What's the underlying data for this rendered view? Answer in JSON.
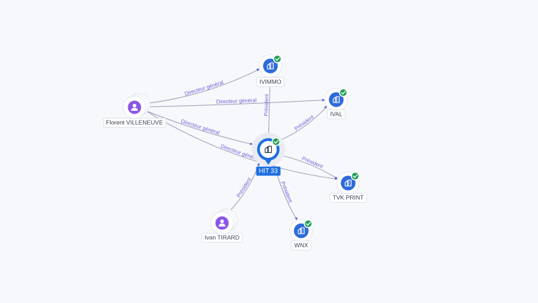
{
  "graph": {
    "nodes": [
      {
        "id": "hit33",
        "label": "HIT 33",
        "type": "company-center",
        "verified": true
      },
      {
        "id": "ivimmo",
        "label": "IVIMMO",
        "type": "company",
        "verified": true
      },
      {
        "id": "ival",
        "label": "IVAL",
        "type": "company",
        "verified": true
      },
      {
        "id": "tvk",
        "label": "TVK PRINT",
        "type": "company",
        "verified": true
      },
      {
        "id": "wnx",
        "label": "WNX",
        "type": "company",
        "verified": true
      },
      {
        "id": "florent",
        "label": "Florent VILLENEUVE",
        "type": "person",
        "verified": false
      },
      {
        "id": "ivan",
        "label": "Ivan TIRARD",
        "type": "person",
        "verified": false
      }
    ],
    "edges": [
      {
        "from": "florent",
        "to": "ivimmo",
        "label": "Directeur général"
      },
      {
        "from": "florent",
        "to": "ival",
        "label": "Directeur général"
      },
      {
        "from": "florent",
        "to": "tvk",
        "label": "Directeur général"
      },
      {
        "from": "florent",
        "to": "hit33",
        "label": "Directeur général"
      },
      {
        "from": "hit33",
        "to": "ivimmo",
        "label": "Président"
      },
      {
        "from": "hit33",
        "to": "ival",
        "label": "Président"
      },
      {
        "from": "hit33",
        "to": "tvk",
        "label": "Président"
      },
      {
        "from": "hit33",
        "to": "wnx",
        "label": "Président"
      },
      {
        "from": "ivan",
        "to": "hit33",
        "label": "Président"
      }
    ]
  },
  "colors": {
    "company": "#2d6bdb",
    "person": "#8b55e8",
    "verified": "#1f9d55",
    "center_label": "#1d6fe0",
    "edge": "#9aa0b8",
    "edge_label": "#6b63d9"
  },
  "icons": {
    "company": "building-icon",
    "person": "person-icon",
    "verified": "check-badge-icon"
  }
}
